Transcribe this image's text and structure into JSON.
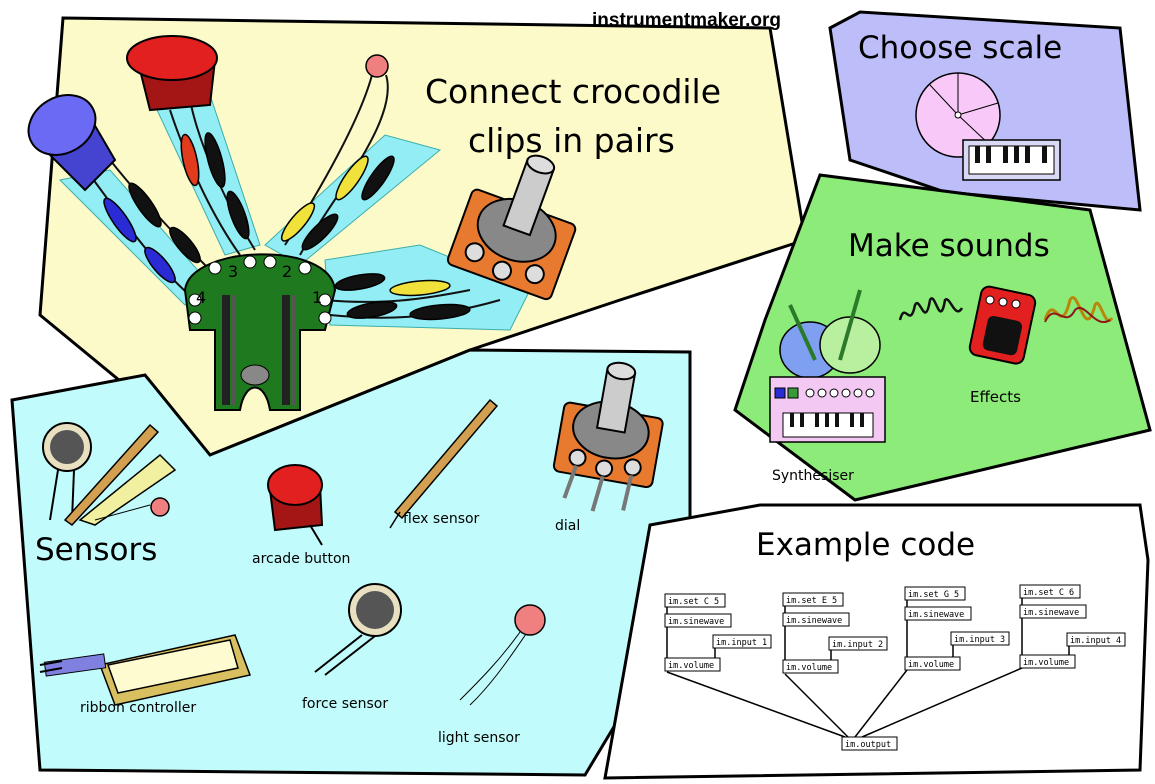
{
  "site": "instrumentmaker.org",
  "panels": {
    "connect": {
      "title_line1": "Connect crocodile",
      "title_line2": "clips in pairs",
      "board_numbers": [
        "4",
        "3",
        "2",
        "1"
      ]
    },
    "scale": {
      "title": "Choose scale"
    },
    "sounds": {
      "title": "Make sounds",
      "synth_label": "Synthesiser",
      "effects_label": "Effects"
    },
    "sensors": {
      "title": "Sensors",
      "items": {
        "arcade": "arcade button",
        "flex": "flex sensor",
        "dial": "dial",
        "ribbon": "ribbon controller",
        "force": "force sensor",
        "light": "light sensor"
      }
    },
    "code": {
      "title": "Example code",
      "groups": [
        {
          "set": "im.set C 5",
          "sine": "im.sinewave",
          "input": "im.input 1",
          "volume": "im.volume"
        },
        {
          "set": "im.set E 5",
          "sine": "im.sinewave",
          "input": "im.input 2",
          "volume": "im.volume"
        },
        {
          "set": "im.set G 5",
          "sine": "im.sinewave",
          "input": "im.input 3",
          "volume": "im.volume"
        },
        {
          "set": "im.set C 6",
          "sine": "im.sinewave",
          "input": "im.input 4",
          "volume": "im.volume"
        }
      ],
      "output": "im.output"
    }
  },
  "colors": {
    "connect_bg": "#FCFAC8",
    "scale_bg": "#BDBDFA",
    "sounds_bg": "#8DEB79",
    "sensors_bg": "#C2FBFB",
    "code_bg": "#FFFFFF",
    "board_green": "#1F7A1F"
  }
}
